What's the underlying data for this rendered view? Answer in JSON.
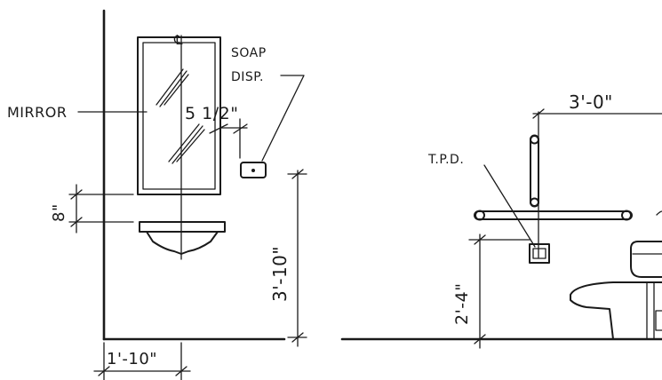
{
  "left_elevation": {
    "mirror_label": "MIRROR",
    "soap_label_line1": "SOAP",
    "soap_label_line2": "DISP.",
    "centerline_mark": "℄",
    "clearance_dim": "5 1/2\"",
    "sink_gap_dim": "8\"",
    "soap_height_dim": "3'-10\"",
    "base_width_dim": "1'-10\""
  },
  "right_elevation": {
    "top_dim": "3'-0\"",
    "tpd_label": "T.P.D.",
    "tpd_height_dim": "2'-4\""
  }
}
